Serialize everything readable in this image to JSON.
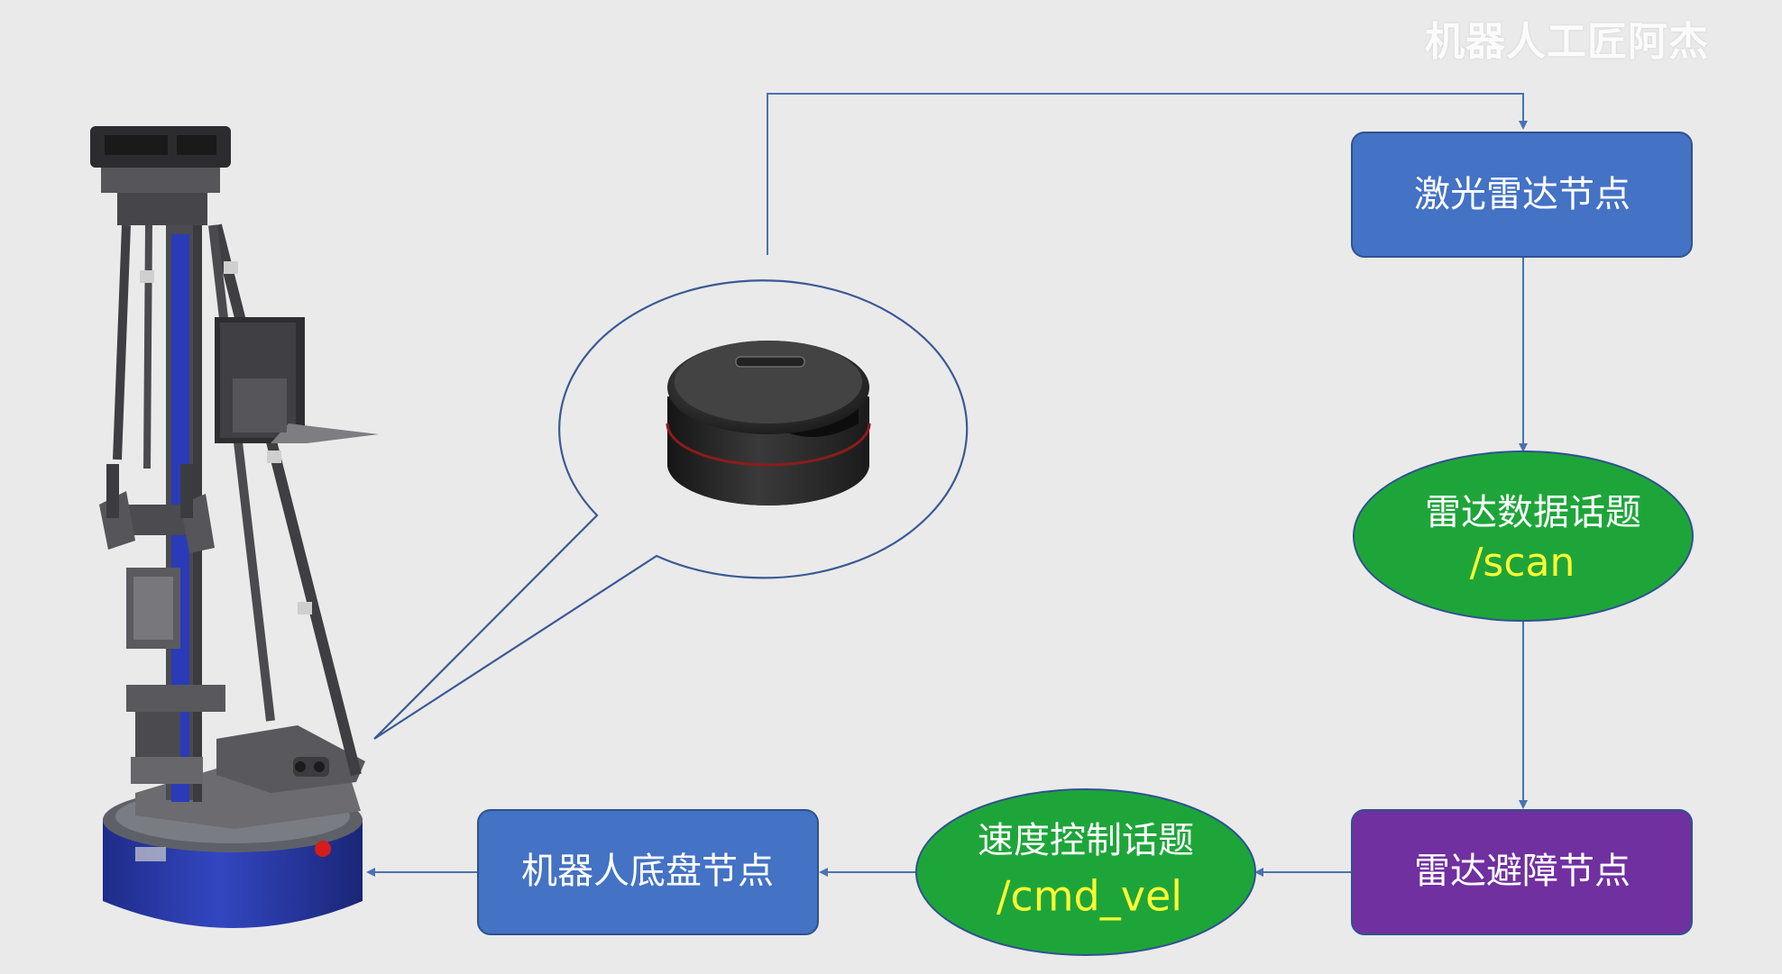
{
  "watermark": "机器人工匠阿杰",
  "nodes": {
    "lidar_node": "激光雷达节点",
    "scan_topic_name": "雷达数据话题",
    "scan_topic": "/scan",
    "avoid_node": "雷达避障节点",
    "cmd_topic_name": "速度控制话题",
    "cmd_topic": "/cmd_vel",
    "chassis_node": "机器人底盘节点"
  },
  "colors": {
    "background": "#eaeaea",
    "node_blue": "#4472c4",
    "node_purple": "#7030a0",
    "topic_green": "#1ea53a",
    "topic_yellow": "#ffff33",
    "arrow": "#4a72b0",
    "callout_stroke": "#3a5a94"
  }
}
